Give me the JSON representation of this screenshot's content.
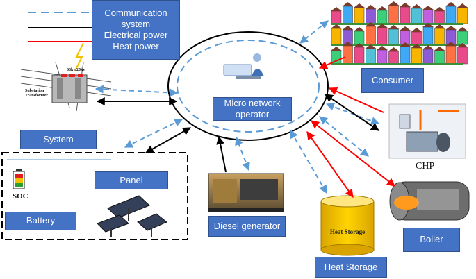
{
  "legend": {
    "communication": "Communication system",
    "electrical": "Electrical power",
    "heat": "Heat power"
  },
  "center": {
    "label": "Micro network operator"
  },
  "nodes": {
    "system": "System",
    "battery": "Battery",
    "panel": "Panel",
    "diesel": "Diesel generator",
    "heat_storage": "Heat Storage",
    "boiler": "Boiler",
    "consumer": "Consumer"
  },
  "image_text": {
    "soc": "SOC",
    "chp": "CHP",
    "heat_storage_tank": "Heat Storage",
    "substation": "Substation Transformer",
    "voltage": "63kv/20kv"
  },
  "colors": {
    "label_fill": "#4472c4",
    "communication": "#5b9bd5",
    "electrical": "#000000",
    "heat": "#ff0000"
  }
}
